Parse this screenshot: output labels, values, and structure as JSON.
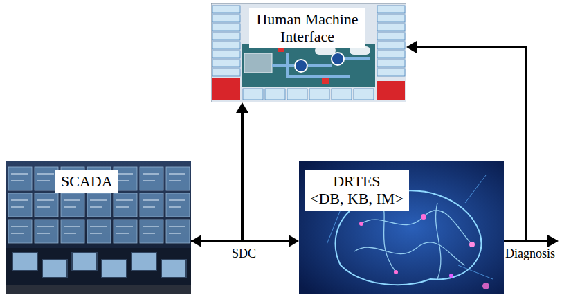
{
  "diagram": {
    "nodes": [
      {
        "text": [
          "Human Machine Interface"
        ]
      },
      {
        "text": [
          "SCADA"
        ]
      },
      {
        "text": [
          "DRTES",
          "<DB, KB, IM>"
        ]
      }
    ],
    "edges": [
      {
        "from": 1,
        "to": 2,
        "arrow": "both",
        "label": "SDC"
      },
      {
        "from": 1,
        "to": 0,
        "arrow": "to"
      },
      {
        "from": 2,
        "to": 0,
        "arrow": "to",
        "label": "Diagnosis"
      }
    ]
  }
}
